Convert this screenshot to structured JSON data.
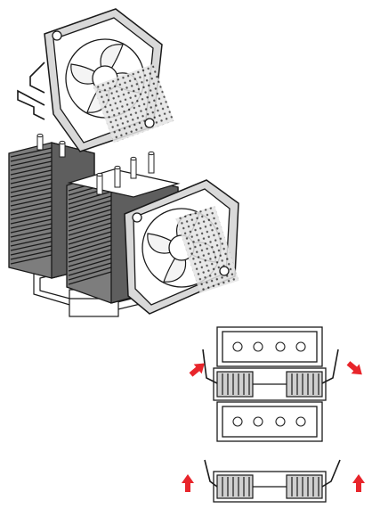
{
  "diagram": {
    "stroke_color": "#1a1a1a",
    "fin_fill": "#7d7d7d",
    "fan_fill": "#d9d9d9",
    "arrow_color": "#e8252b",
    "paper_color": "#ffffff"
  },
  "figures": [
    {
      "id": "cooler-assembly",
      "icon": "dual-tower-cpu-cooler"
    },
    {
      "id": "clip-release-step",
      "icon": "fan-clip-pull-outward",
      "arrows": 2
    },
    {
      "id": "clip-lift-step",
      "icon": "fan-clip-lift-up",
      "arrows": 2
    }
  ]
}
